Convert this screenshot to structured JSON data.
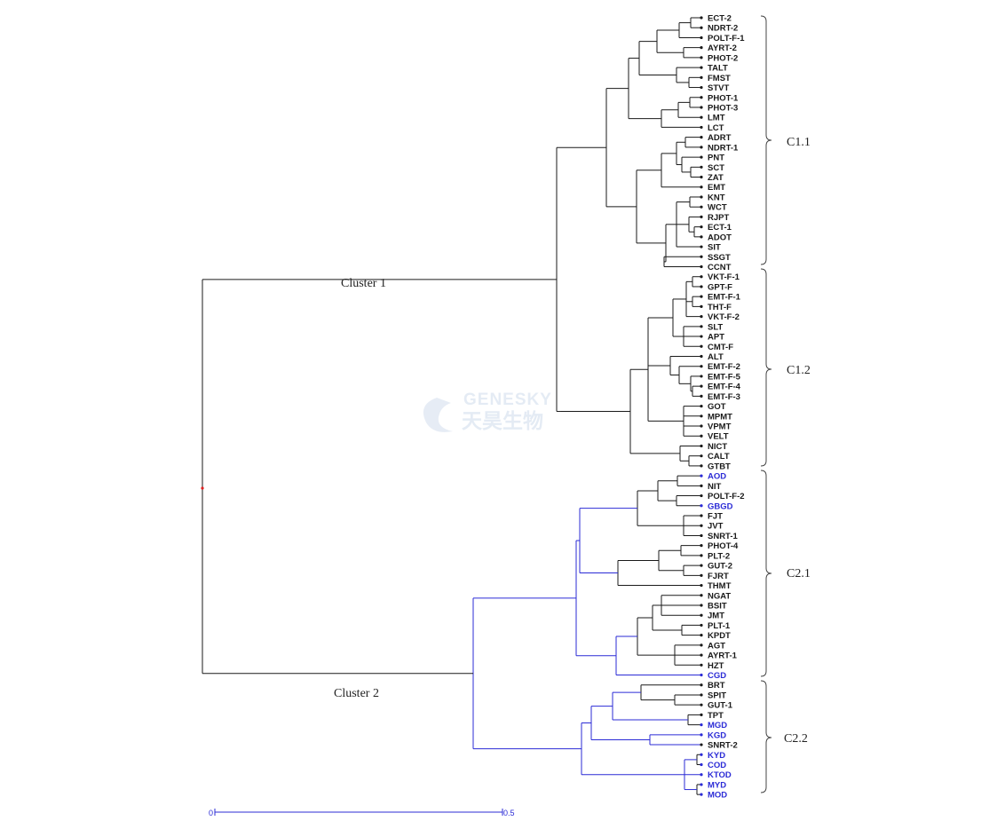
{
  "colors": {
    "black": "#1a1a1a",
    "blue": "#2b2bd6",
    "red": "#e02020",
    "bracket": "#444444"
  },
  "watermark": {
    "latin": "GENESKY",
    "cjk": "天昊生物"
  },
  "cluster_labels": {
    "cluster1": "Cluster 1",
    "cluster2": "Cluster 2"
  },
  "group_labels": {
    "c11": "C1.1",
    "c12": "C1.2",
    "c21": "C2.1",
    "c22": "C2.2"
  },
  "scale": {
    "min": "0",
    "max": "0.5"
  },
  "leaves": [
    {
      "label": "ECT-2",
      "color": "black"
    },
    {
      "label": "NDRT-2",
      "color": "black"
    },
    {
      "label": "POLT-F-1",
      "color": "black"
    },
    {
      "label": "AYRT-2",
      "color": "black"
    },
    {
      "label": "PHOT-2",
      "color": "black"
    },
    {
      "label": "TALT",
      "color": "black"
    },
    {
      "label": "FMST",
      "color": "black"
    },
    {
      "label": "STVT",
      "color": "black"
    },
    {
      "label": "PHOT-1",
      "color": "black"
    },
    {
      "label": "PHOT-3",
      "color": "black"
    },
    {
      "label": "LMT",
      "color": "black"
    },
    {
      "label": "LCT",
      "color": "black"
    },
    {
      "label": "ADRT",
      "color": "black"
    },
    {
      "label": "NDRT-1",
      "color": "black"
    },
    {
      "label": "PNT",
      "color": "black"
    },
    {
      "label": "SCT",
      "color": "black"
    },
    {
      "label": "ZAT",
      "color": "black"
    },
    {
      "label": "EMT",
      "color": "black"
    },
    {
      "label": "KNT",
      "color": "black"
    },
    {
      "label": "WCT",
      "color": "black"
    },
    {
      "label": "RJPT",
      "color": "black"
    },
    {
      "label": "ECT-1",
      "color": "black"
    },
    {
      "label": "ADOT",
      "color": "black"
    },
    {
      "label": "SIT",
      "color": "black"
    },
    {
      "label": "SSGT",
      "color": "black"
    },
    {
      "label": "CCNT",
      "color": "black"
    },
    {
      "label": "VKT-F-1",
      "color": "black"
    },
    {
      "label": "GPT-F",
      "color": "black"
    },
    {
      "label": "EMT-F-1",
      "color": "black"
    },
    {
      "label": "THT-F",
      "color": "black"
    },
    {
      "label": "VKT-F-2",
      "color": "black"
    },
    {
      "label": "SLT",
      "color": "black"
    },
    {
      "label": "APT",
      "color": "black"
    },
    {
      "label": "CMT-F",
      "color": "black"
    },
    {
      "label": "ALT",
      "color": "black"
    },
    {
      "label": "EMT-F-2",
      "color": "black"
    },
    {
      "label": "EMT-F-5",
      "color": "black"
    },
    {
      "label": "EMT-F-4",
      "color": "black"
    },
    {
      "label": "EMT-F-3",
      "color": "black"
    },
    {
      "label": "GOT",
      "color": "black"
    },
    {
      "label": "MPMT",
      "color": "black"
    },
    {
      "label": "VPMT",
      "color": "black"
    },
    {
      "label": "VELT",
      "color": "black"
    },
    {
      "label": "NICT",
      "color": "black"
    },
    {
      "label": "CALT",
      "color": "black"
    },
    {
      "label": "GTBT",
      "color": "black"
    },
    {
      "label": "AOD",
      "color": "blue"
    },
    {
      "label": "NIT",
      "color": "black"
    },
    {
      "label": "POLT-F-2",
      "color": "black"
    },
    {
      "label": "GBGD",
      "color": "blue"
    },
    {
      "label": "FJT",
      "color": "black"
    },
    {
      "label": "JVT",
      "color": "black"
    },
    {
      "label": "SNRT-1",
      "color": "black"
    },
    {
      "label": "PHOT-4",
      "color": "black"
    },
    {
      "label": "PLT-2",
      "color": "black"
    },
    {
      "label": "GUT-2",
      "color": "black"
    },
    {
      "label": "FJRT",
      "color": "black"
    },
    {
      "label": "THMT",
      "color": "black"
    },
    {
      "label": "NGAT",
      "color": "black"
    },
    {
      "label": "BSIT",
      "color": "black"
    },
    {
      "label": "JMT",
      "color": "black"
    },
    {
      "label": "PLT-1",
      "color": "black"
    },
    {
      "label": "KPDT",
      "color": "black"
    },
    {
      "label": "AGT",
      "color": "black"
    },
    {
      "label": "AYRT-1",
      "color": "black"
    },
    {
      "label": "HZT",
      "color": "black"
    },
    {
      "label": "CGD",
      "color": "blue"
    },
    {
      "label": "BRT",
      "color": "black"
    },
    {
      "label": "SPIT",
      "color": "black"
    },
    {
      "label": "GUT-1",
      "color": "black"
    },
    {
      "label": "TPT",
      "color": "black"
    },
    {
      "label": "MGD",
      "color": "blue"
    },
    {
      "label": "KGD",
      "color": "blue"
    },
    {
      "label": "SNRT-2",
      "color": "black"
    },
    {
      "label": "KYD",
      "color": "blue"
    },
    {
      "label": "COD",
      "color": "blue"
    },
    {
      "label": "KTOD",
      "color": "blue"
    },
    {
      "label": "MYD",
      "color": "blue"
    },
    {
      "label": "MOD",
      "color": "blue"
    }
  ]
}
